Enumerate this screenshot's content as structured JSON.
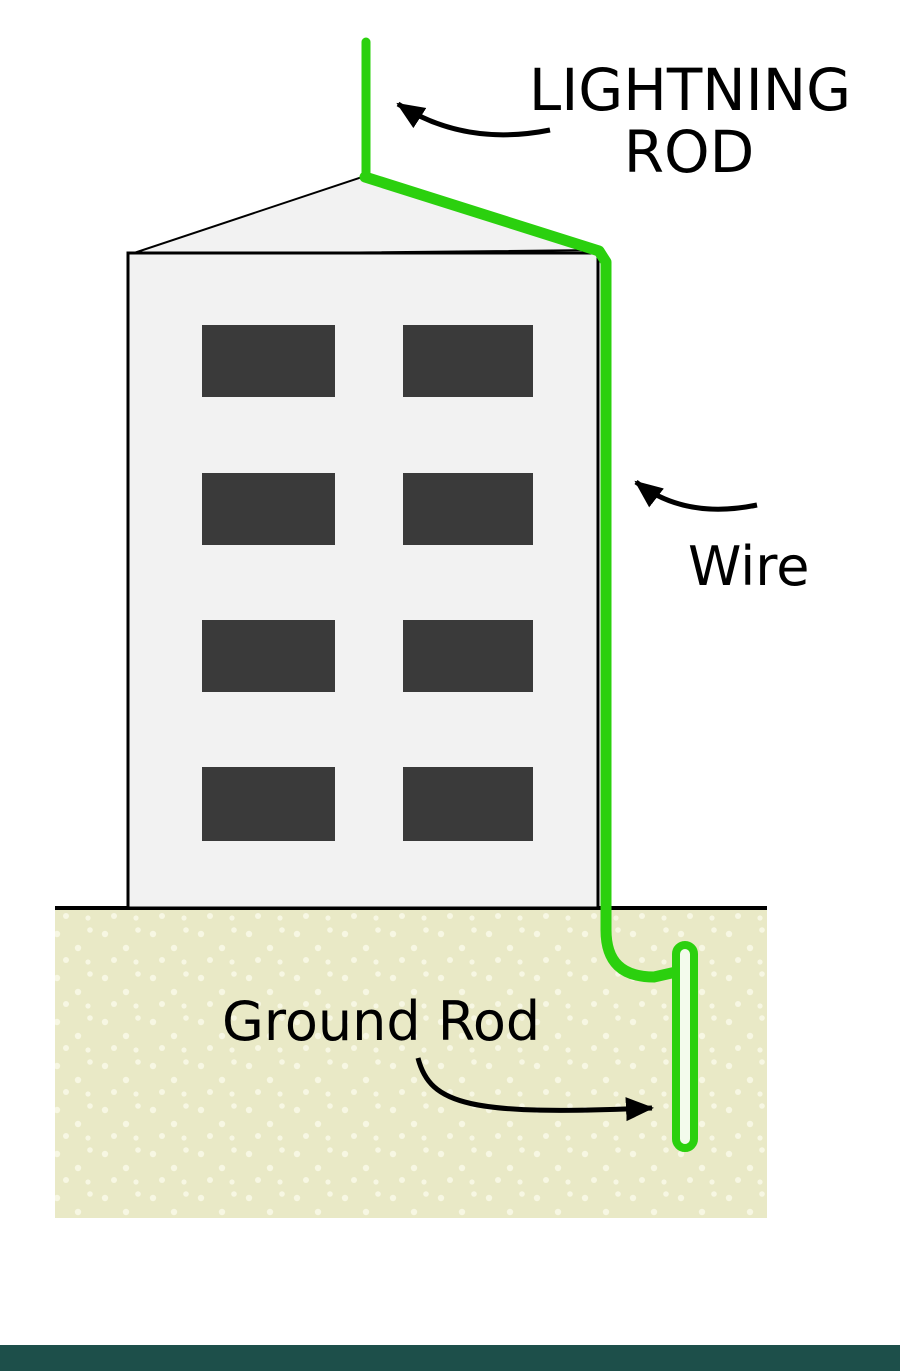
{
  "figure": {
    "type": "diagram",
    "subject": "Lightning rod grounding system on a building"
  },
  "labels": {
    "lightning_rod_line1": "LIGHTNING",
    "lightning_rod_line2": "ROD",
    "wire": "Wire",
    "ground_rod": "Ground Rod"
  },
  "colors": {
    "conductor_green": "#2bd00e",
    "building_fill": "#f2f2f2",
    "outline_black": "#000000",
    "window_fill": "#3a3a3a",
    "ground_fill": "#e9e9c6",
    "ground_dot": "#f7f7e3",
    "ground_rod_fill": "#f3fbec",
    "label_text": "#000000",
    "arrow_black": "#000000",
    "bottom_bar": "#1d4f4a",
    "background": "#ffffff"
  },
  "diagram": {
    "window_rows": 4,
    "window_cols": 2
  }
}
